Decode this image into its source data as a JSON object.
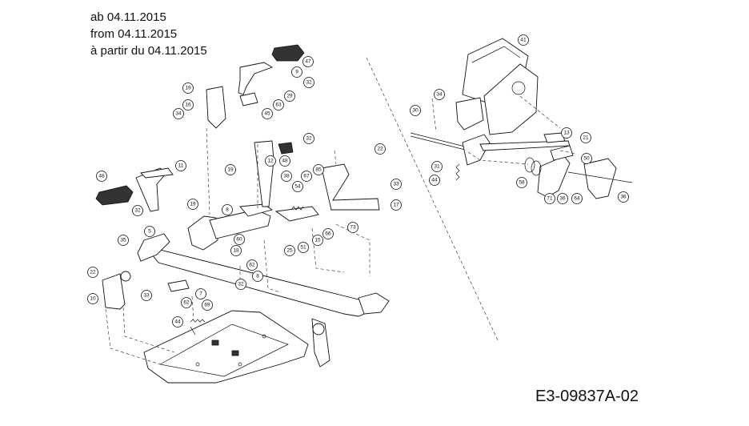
{
  "header": {
    "line1": "ab 04.11.2015",
    "line2": "from 04.11.2015",
    "line3": "à partir du 04.11.2015"
  },
  "drawing_code": "E3-09837A-02",
  "callouts": [
    "41",
    "47",
    "9",
    "32",
    "34",
    "30",
    "19",
    "29",
    "16",
    "63",
    "34",
    "45",
    "13",
    "21",
    "32",
    "19",
    "12",
    "48",
    "22",
    "50",
    "31",
    "11",
    "38",
    "85",
    "67",
    "44",
    "58",
    "71",
    "36",
    "64",
    "36",
    "33",
    "48",
    "54",
    "17",
    "32",
    "19",
    "8",
    "66",
    "73",
    "35",
    "5",
    "25",
    "51",
    "15",
    "60",
    "18",
    "22",
    "62",
    "8",
    "10",
    "32",
    "33",
    "62",
    "7",
    "69",
    "44"
  ]
}
